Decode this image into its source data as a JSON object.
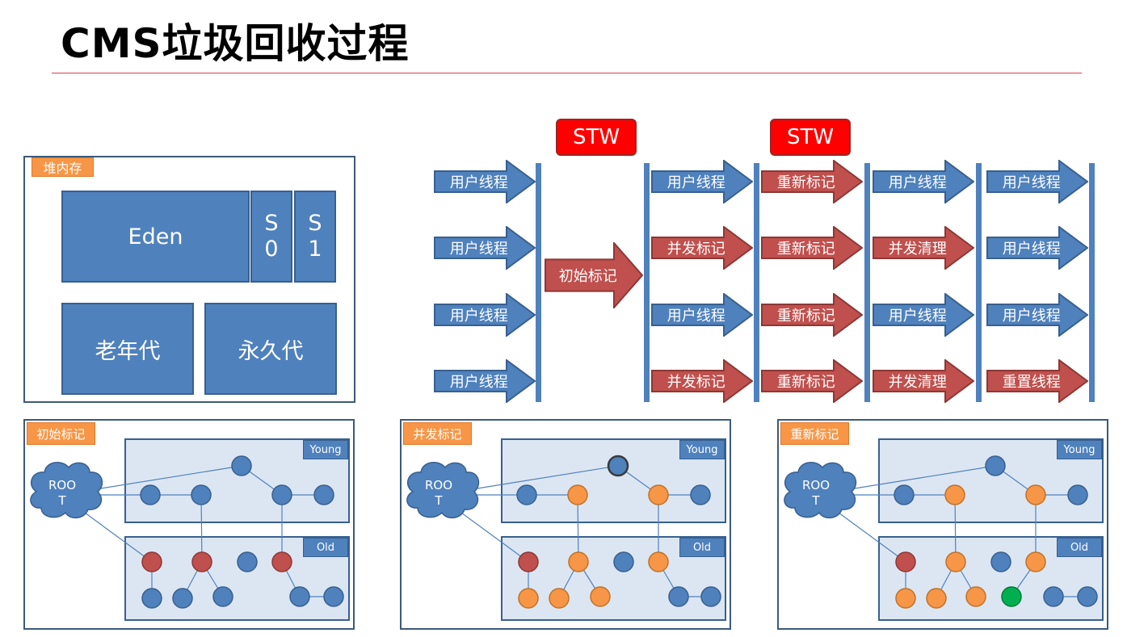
{
  "title": "CMS垃圾回收过程",
  "heap": {
    "tag": "堆内存",
    "eden": "Eden",
    "s0": "S\n0",
    "s1": "S\n1",
    "old": "老年代",
    "perm": "永久代"
  },
  "timeline": {
    "stw1": "STW",
    "stw2": "STW",
    "columns": [
      [
        "用户线程",
        "用户线程",
        "用户线程",
        "用户线程"
      ],
      [
        "初始标记"
      ],
      [
        "用户线程",
        "并发标记",
        "用户线程",
        "并发标记"
      ],
      [
        "重新标记",
        "重新标记",
        "重新标记",
        "重新标记"
      ],
      [
        "用户线程",
        "并发清理",
        "用户线程",
        "并发清理"
      ],
      [
        "用户线程",
        "用户线程",
        "用户线程",
        "重置线程"
      ]
    ],
    "colors": {
      "blue": "#4f81bd",
      "red": "#c0504d"
    }
  },
  "graphs": [
    {
      "tag": "初始标记",
      "young": "Young",
      "old": "Old",
      "root": "ROO\nT"
    },
    {
      "tag": "并发标记",
      "young": "Young",
      "old": "Old",
      "root": "ROO\nT"
    },
    {
      "tag": "重新标记",
      "young": "Young",
      "old": "Old",
      "root": "ROO\nT"
    }
  ]
}
